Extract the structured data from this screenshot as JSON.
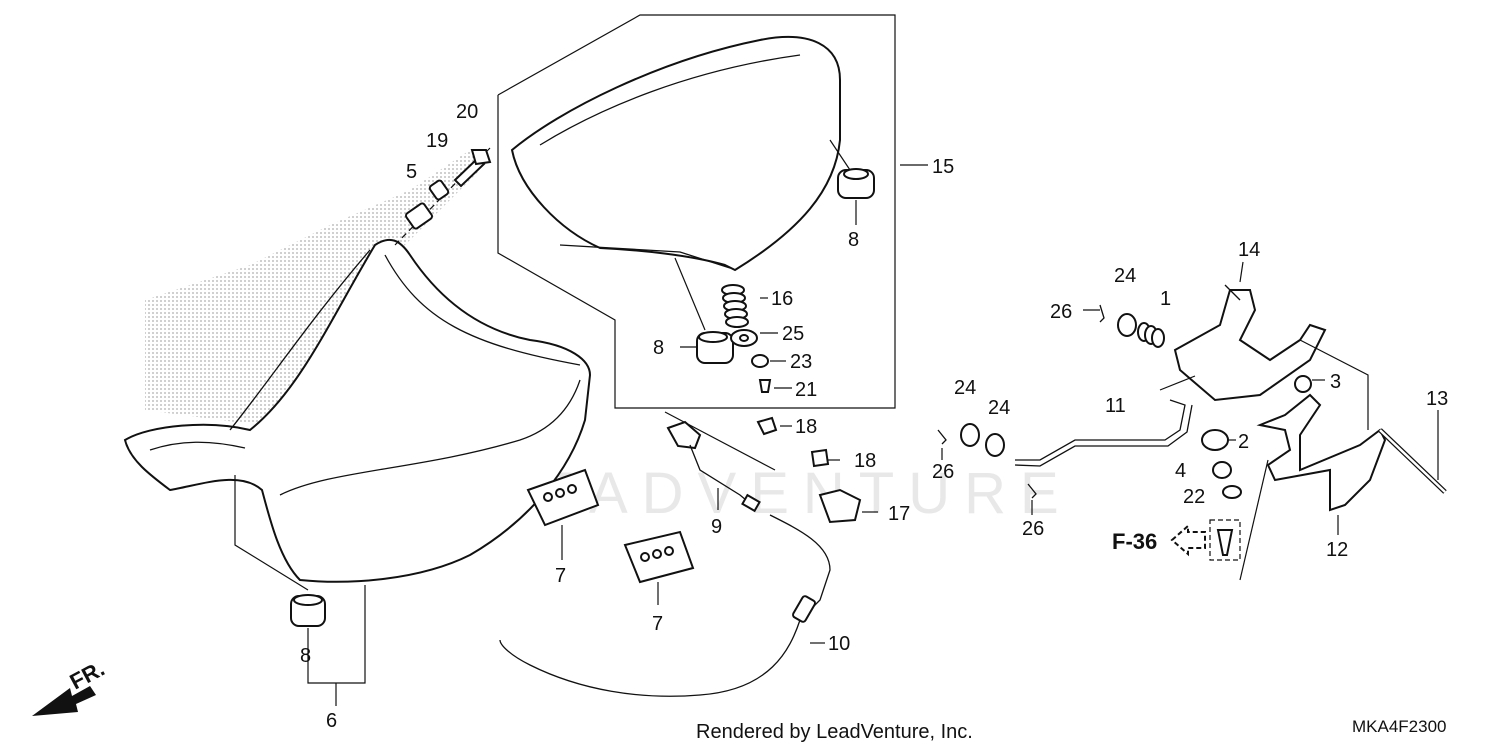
{
  "diagram": {
    "watermark": "LEADVENTURE",
    "footer_text": "Rendered by LeadVenture, Inc.",
    "diagram_code": "MKA4F2300",
    "front_indicator": "FR.",
    "reference": "F-36",
    "callouts": {
      "c1": "1",
      "c2": "2",
      "c3": "3",
      "c4": "4",
      "c5": "5",
      "c6": "6",
      "c7a": "7",
      "c7b": "7",
      "c8a": "8",
      "c8b": "8",
      "c8c": "8",
      "c9": "9",
      "c10": "10",
      "c11": "11",
      "c12": "12",
      "c13": "13",
      "c14": "14",
      "c15": "15",
      "c16": "16",
      "c17": "17",
      "c18a": "18",
      "c18b": "18",
      "c19": "19",
      "c20": "20",
      "c21": "21",
      "c22": "22",
      "c23": "23",
      "c24a": "24",
      "c24b": "24",
      "c24c": "24",
      "c25": "25",
      "c26a": "26",
      "c26b": "26",
      "c26c": "26"
    }
  }
}
